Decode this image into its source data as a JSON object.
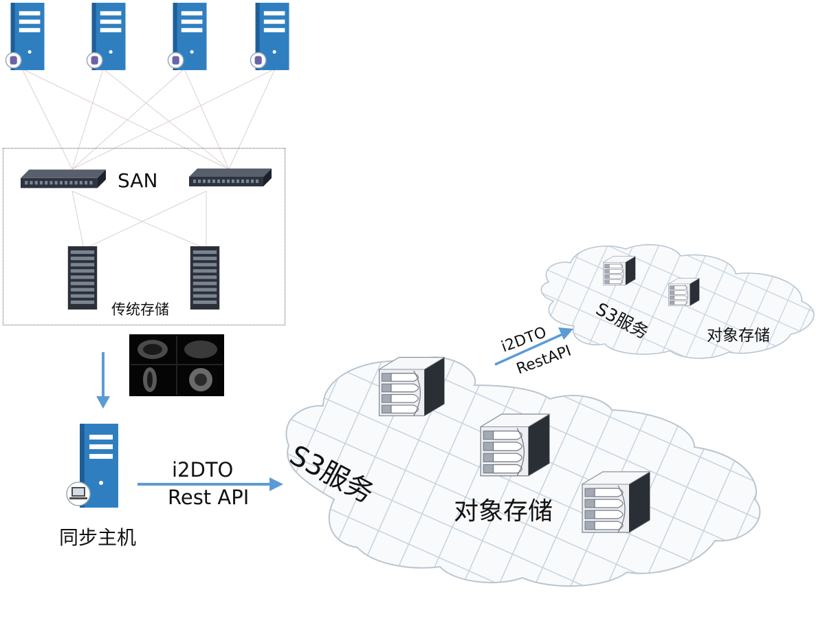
{
  "labels": {
    "san": "SAN",
    "traditional_storage": "传统存储",
    "sync_host": "同步主机",
    "api_main_line1": "i2DTO",
    "api_main_line2": "Rest API",
    "api_remote_line1": "i2DTO",
    "api_remote_line2": "RestAPI",
    "s3_main": "S3服务",
    "object_storage_main": "对象存储",
    "s3_remote": "S3服务",
    "object_storage_remote": "对象存储"
  },
  "colors": {
    "server_blue": "#2f7fc0",
    "server_dark": "#1f5f98",
    "arrow_blue": "#5b9bd5",
    "cloud_grid": "#c6d3de",
    "switch_dark": "#2d3440"
  },
  "icons": {
    "app_servers": "server-tower-icon",
    "switches": "network-switch-icon",
    "storage": "storage-array-icon",
    "medical_images": "medical-scan-image",
    "sync_host": "server-with-monitor-icon",
    "cloud_nodes": "storage-node-icon"
  }
}
